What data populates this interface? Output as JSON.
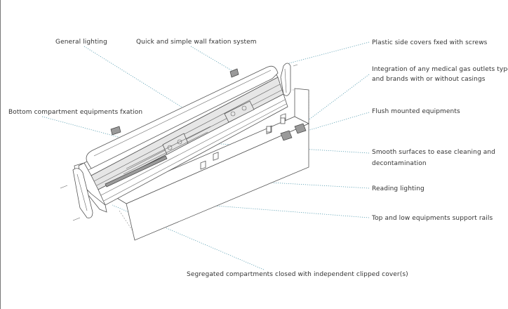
{
  "labels": {
    "general_lighting": "General lighting",
    "wall_fixation": "Quick and simple wall fxation system",
    "bottom_fixation": "Bottom compartment equipments fxation",
    "side_covers": "Plastic side covers fxed with screws",
    "gas_outlets_line1": "Integration of any medical gas outlets type",
    "gas_outlets_line2": "and brands with or without casings",
    "flush_mounted": "Flush mounted equipments",
    "smooth_surfaces_line1": "Smooth surfaces to ease cleaning and",
    "smooth_surfaces_line2": "decontamination",
    "reading_lighting": "Reading lighting",
    "support_rails": "Top and low equipments support rails",
    "segregated": "Segregated compartments closed with independent clipped cover(s)"
  },
  "colors": {
    "leader": "#5a9fb2",
    "outline": "#555555",
    "text": "#333333"
  }
}
